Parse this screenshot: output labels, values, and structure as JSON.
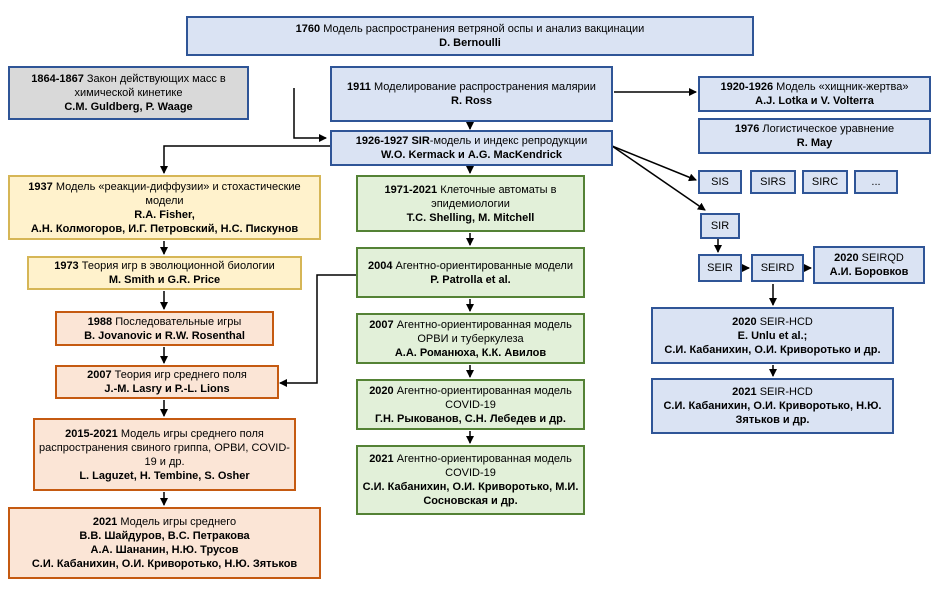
{
  "nodes": {
    "bernoulli": {
      "year": "1760",
      "title": "Модель распространения ветряной оспы и анализ вакцинации",
      "authors": "D. Bernoulli"
    },
    "guldberg": {
      "year": "1864-1867",
      "title": "Закон действующих масс в химической кинетике",
      "authors": "C.M. Guldberg, P. Waage"
    },
    "ross": {
      "year": "1911",
      "title": "Моделирование распространения малярии",
      "authors": "R. Ross"
    },
    "lotka": {
      "year": "1920-1926",
      "title": "Модель «хищник-жертва»",
      "authors": "A.J. Lotka и V. Volterra"
    },
    "may": {
      "year": "1976",
      "title": "Логистическое уравнение",
      "authors": "R. May"
    },
    "kermack": {
      "year": "1926-1927 SIR",
      "title": "-модель и индекс репродукции",
      "authors": "W.O. Kermack и A.G. MacKendrick"
    },
    "fisher": {
      "year": "1937",
      "title": "Модель «реакции-диффузии» и стохастические модели",
      "authors": "R.A. Fisher,",
      "authors2": "А.Н. Колмогоров, И.Г. Петровский, Н.С. Пискунов"
    },
    "smith": {
      "year": "1973",
      "title": "Теория игр в эволюционной биологии",
      "authors": "M. Smith и G.R. Price"
    },
    "jovanovic": {
      "year": "1988",
      "title": "Последовательные игры",
      "authors": "B. Jovanovic и R.W. Rosenthal"
    },
    "lasry": {
      "year": "2007",
      "title": "Теория игр среднего поля",
      "authors": "J.-M. Lasry и P.-L. Lions"
    },
    "laguzet": {
      "year": "2015-2021",
      "title": "Модель игры среднего поля распространения свиного гриппа, ОРВИ, COVID-19 и др.",
      "authors": "L. Laguzet, H. Tembine, S. Osher"
    },
    "shaidurov": {
      "year": "2021",
      "title": "Модель игры среднего",
      "authors": "В.В. Шайдуров, В.С. Петракова",
      "authors2": "А.А. Шананин, Н.Ю. Трусов",
      "authors3": "С.И. Кабанихин, О.И. Криворотько, Н.Ю. Зятьков"
    },
    "shelling": {
      "year": "1971-2021",
      "title": "Клеточные автоматы в эпидемиологии",
      "authors": "T.C. Shelling, M. Mitchell"
    },
    "patrolla": {
      "year": "2004",
      "title": "Агентно-ориентированные модели",
      "authors": "P. Patrolla et al."
    },
    "romanyuha": {
      "year": "2007",
      "title": "Агентно-ориентированная модель ОРВИ и туберкулеза",
      "authors": "А.А. Романюха, К.К. Авилов"
    },
    "rykovanov": {
      "year": "2020",
      "title": "Агентно-ориентированная модель COVID-19",
      "authors": "Г.Н. Рыкованов, С.Н. Лебедев и др."
    },
    "kabanikhin_abm": {
      "year": "2021",
      "title": "Агентно-ориентированная модель COVID-19",
      "authors": "С.И. Кабанихин, О.И. Криворотько, М.И. Сосновская и др."
    },
    "seirqd": {
      "year": "2020",
      "title": "SEIRQD",
      "authors": "А.И. Боровков"
    },
    "seirhcd2020": {
      "year": "2020",
      "title": "SEIR-HCD",
      "authors": "E. Unlu et al.;",
      "authors2": "С.И. Кабанихин, О.И. Криворотько и др."
    },
    "seirhcd2021": {
      "year": "2021",
      "title": "SEIR-HCD",
      "authors": "С.И. Кабанихин, О.И. Криворотько, Н.Ю. Зятьков и др."
    }
  },
  "small": {
    "sis": "SIS",
    "sirs": "SIRS",
    "sirc": "SIRC",
    "more": "...",
    "sir": "SIR",
    "seir": "SEIR",
    "seird": "SEIRD"
  }
}
